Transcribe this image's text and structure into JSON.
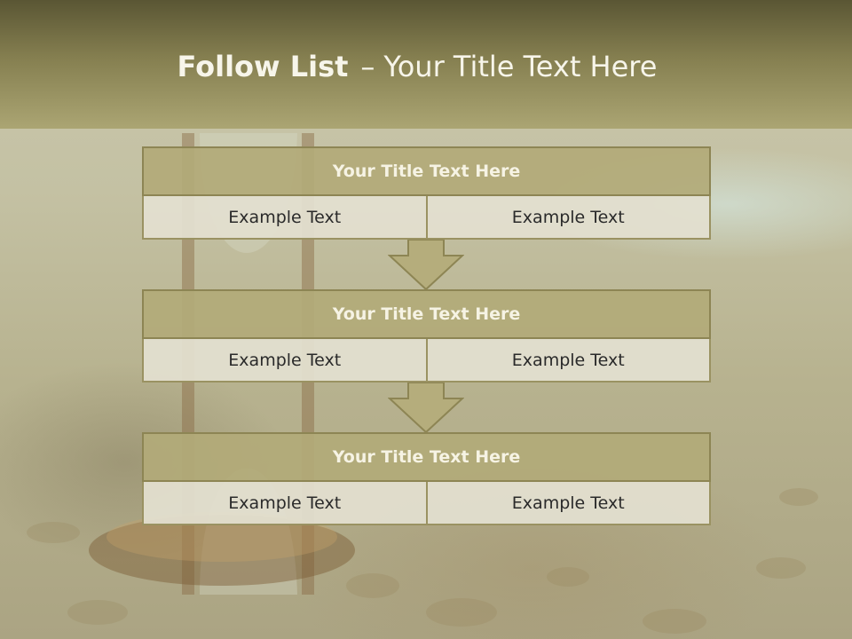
{
  "slide": {
    "title_bold": "Follow List",
    "title_sep": "–",
    "title_rest": "Your Title Text Here"
  },
  "blocks": [
    {
      "title": "Your Title Text Here",
      "cells": [
        "Example Text",
        "Example Text"
      ]
    },
    {
      "title": "Your Title Text Here",
      "cells": [
        "Example Text",
        "Example Text"
      ]
    },
    {
      "title": "Your Title Text Here",
      "cells": [
        "Example Text",
        "Example Text"
      ]
    }
  ],
  "colors": {
    "header_band": "#857f50",
    "block_title_fill": "#b2aa78",
    "block_border": "#8d8554",
    "cell_fill": "#e2dfcf",
    "arrow_fill": "#b5ad7c"
  }
}
